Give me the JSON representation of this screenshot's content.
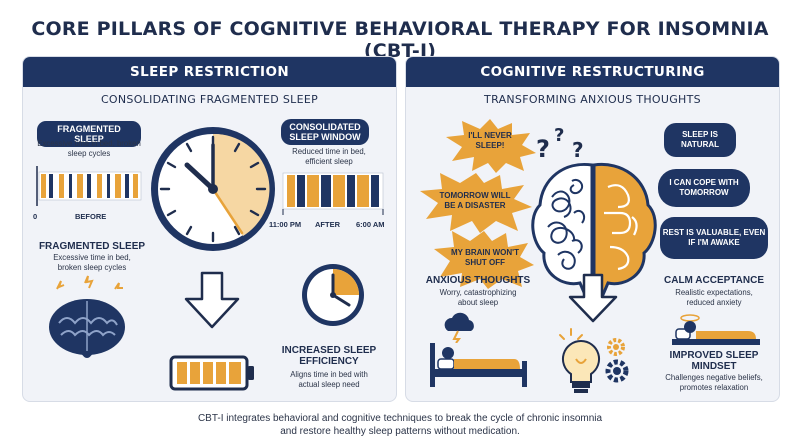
{
  "title": "CORE PILLARS OF COGNITIVE BEHAVIORAL THERAPY FOR INSOMNIA (CBT-I)",
  "left_panel": {
    "header": "SLEEP RESTRICTION",
    "subheading": "CONSOLIDATING FRAGMENTED SLEEP",
    "fragmented_pill": "FRAGMENTED SLEEP",
    "fragmented_desc": "Excessive time in bed, broken sleep cycles",
    "before_label": "BEFORE",
    "zero_label": "0",
    "consolidated_pill": "CONSOLIDATED SLEEP WINDOW",
    "consolidated_desc": "Reduced time in bed, efficient sleep",
    "time_start": "11:00 PM",
    "after_label": "AFTER",
    "time_end": "6:00 AM",
    "fragmented_heading": "FRAGMENTED SLEEP",
    "fragmented_heading_desc": "Excessive time in bed, broken sleep cycles",
    "efficiency_heading": "INCREASED SLEEP EFFICIENCY",
    "efficiency_desc": "Aligns time in bed with actual sleep need"
  },
  "right_panel": {
    "header": "COGNITIVE RESTRUCTURING",
    "subheading": "TRANSFORMING ANXIOUS THOUGHTS",
    "anxious_thoughts": [
      "I'LL NEVER SLEEP!",
      "TOMORROW WILL BE A DISASTER",
      "MY BRAIN WON'T SHUT OFF"
    ],
    "calm_thoughts": [
      "SLEEP IS NATURAL",
      "I CAN COPE WITH TOMORROW",
      "REST IS VALUABLE, EVEN IF I'M AWAKE"
    ],
    "anxious_heading": "ANXIOUS THOUGHTS",
    "anxious_desc": "Worry, catastrophizing about sleep",
    "calm_heading": "CALM ACCEPTANCE",
    "calm_desc": "Realistic expectations, reduced anxiety",
    "mindset_heading": "IMPROVED SLEEP MINDSET",
    "mindset_desc": "Challenges negative beliefs, promotes relaxation"
  },
  "footer": {
    "line1": "CBT-I integrates behavioral and cognitive techniques to break the cycle of chronic insomnia",
    "line2": "and restore healthy sleep patterns without medication."
  },
  "colors": {
    "navy": "#1f3563",
    "orange": "#e8a33a",
    "panel_bg": "#f1f3f8"
  },
  "icons": [
    "clock-icon",
    "small-clock-icon",
    "down-arrow-icon",
    "brain-icon",
    "battery-icon",
    "bed-icon",
    "lightbulb-icon",
    "gear-icon",
    "storm-cloud-icon",
    "question-mark-icon"
  ]
}
